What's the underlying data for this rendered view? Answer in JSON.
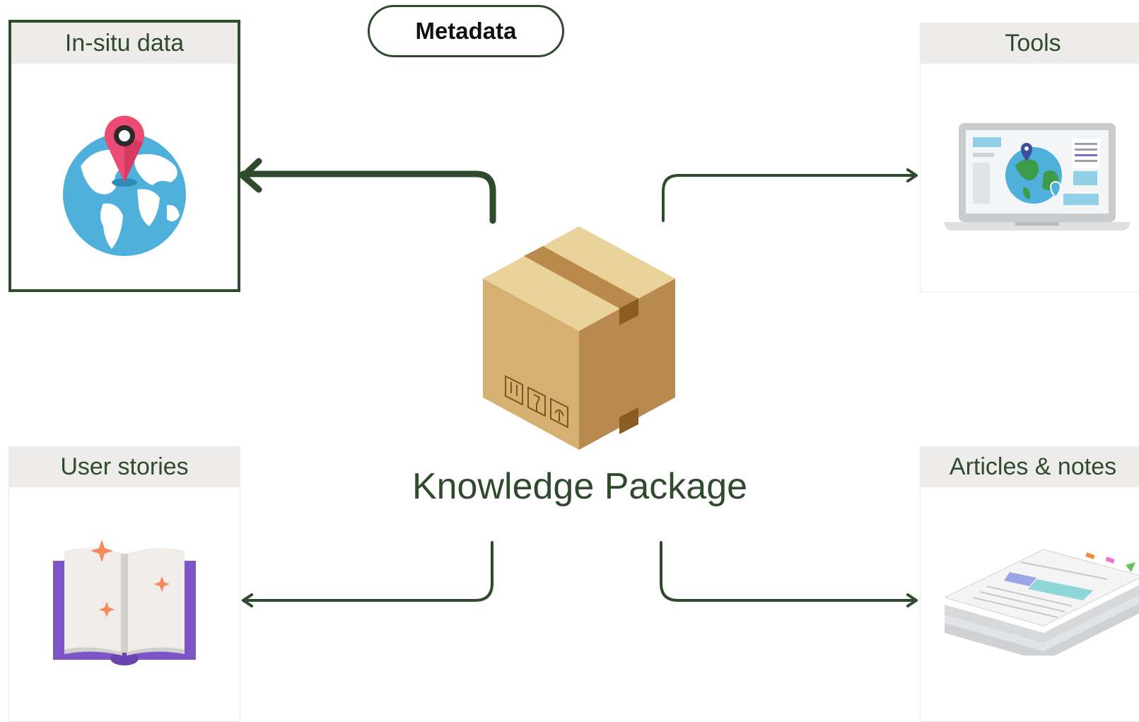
{
  "metadata": {
    "label": "Metadata"
  },
  "center": {
    "label": "Knowledge Package",
    "icon": "cardboard-box-icon"
  },
  "cards": {
    "insitu": {
      "title": "In-situ data",
      "icon": "globe-location-pin-icon",
      "selected": true
    },
    "tools": {
      "title": "Tools",
      "icon": "laptop-map-icon",
      "selected": false
    },
    "stories": {
      "title": "User stories",
      "icon": "open-book-sparkle-icon",
      "selected": false
    },
    "articles": {
      "title": "Articles & notes",
      "icon": "paper-stack-icon",
      "selected": false
    }
  },
  "colors": {
    "accent": "#2f4a2d",
    "header_bg": "#eeecea",
    "globe": "#4fb0db",
    "pin": "#ec4c74",
    "box": "#d8b072",
    "book_cover": "#7e55c9",
    "sparkle": "#f58a5a"
  }
}
